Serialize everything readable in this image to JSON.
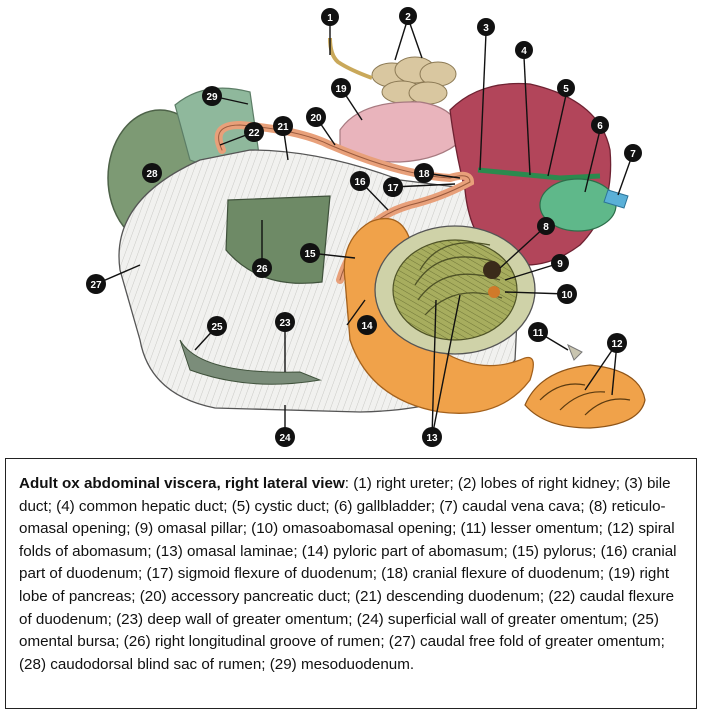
{
  "caption": {
    "title": "Adult ox abdominal viscera, right lateral view",
    "text": ": (1) right ureter; (2) lobes of right kidney; (3) bile duct; (4) common hepatic duct; (5) cystic duct; (6) gallbladder; (7) caudal vena cava; (8) reticulo-omasal opening; (9) omasal pillar; (10) omasoabomasal opening; (11) lesser omentum; (12) spiral folds of abomasum; (13) omasal laminae; (14) pyloric part of abomasum; (15) pylorus; (16) cranial part of duodenum; (17) sigmoid flexure of duodenum; (18) cranial flexure of duodenum; (19) right lobe of pancreas; (20) accessory pancreatic duct; (21) descending duodenum; (22) caudal flexure of duodenum; (23) deep wall of greater omentum; (24) superficial wall of greater omentum; (25) omental bursa; (26) right longitudinal groove of rumen; (27) caudal free fold of greater omentum; (28) caudodorsal blind sac of rumen; (29) mesoduodenum."
  },
  "labels": [
    "1",
    "2",
    "3",
    "4",
    "5",
    "6",
    "7",
    "8",
    "9",
    "10",
    "11",
    "12",
    "13",
    "14",
    "15",
    "16",
    "17",
    "18",
    "19",
    "20",
    "21",
    "22",
    "23",
    "24",
    "25",
    "26",
    "27",
    "28",
    "29"
  ],
  "colors": {
    "rumen_green": "#7d9a74",
    "mesoduodenum_green": "#8fb89c",
    "pancreas_pink": "#e9b4bc",
    "liver_red": "#b2455a",
    "gallbladder_green": "#5fb88a",
    "vena_cava_blue": "#5ab0d8",
    "abomasum_orange": "#f0a24a",
    "duodenum_salmon": "#e8a07a",
    "omasum_olive": "#9ea65a",
    "kidney_tan": "#d9c7a0",
    "label_black": "#111111"
  }
}
